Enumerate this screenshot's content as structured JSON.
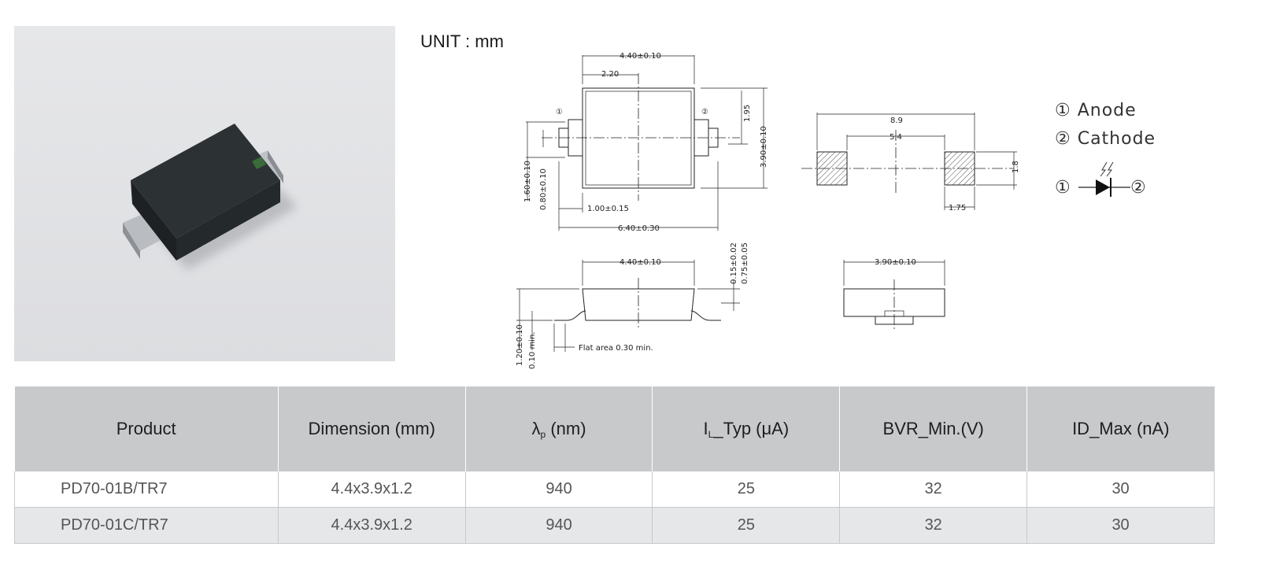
{
  "unit_label": "UNIT : mm",
  "pins": {
    "anode": "① Anode",
    "cathode": "② Cathode",
    "pin1": "①",
    "pin2": "②"
  },
  "drawing_labels": {
    "top_width": "4.40±0.10",
    "half_width": "2.20",
    "pin_height": "1.95",
    "body_height": "3.90±0.10",
    "lead_total_height": "1.60±0.10",
    "lead_height": "0.80±0.10",
    "lead_width": "1.00±0.15",
    "overall_width": "6.40±0.30",
    "pad_outer": "8.9",
    "pad_inner": "5.4",
    "pad_height": "1.8",
    "pad_width": "1.75",
    "side_width": "4.40±0.10",
    "lead_thickness": "0.15±0.02",
    "standoff": "0.75±0.05",
    "total_height": "1.20±0.10",
    "min_gap": "0.10 min.",
    "flat_area": "Flat area 0.30 min.",
    "end_width": "3.90±0.10"
  },
  "table": {
    "headers": {
      "product": "Product",
      "dimension": "Dimension (mm)",
      "lambda_sym": "λ",
      "lambda_sub": "p",
      "lambda_unit": " (nm)",
      "il_sym": "I",
      "il_sub": "L",
      "il_unit": "_Typ (μA)",
      "bvr": "BVR_Min.(V)",
      "id": "ID_Max (nA)"
    },
    "rows": [
      {
        "product": "PD70-01B/TR7",
        "dimension": "4.4x3.9x1.2",
        "lambda": "940",
        "il": "25",
        "bvr": "32",
        "id": "30"
      },
      {
        "product": "PD70-01C/TR7",
        "dimension": "4.4x3.9x1.2",
        "lambda": "940",
        "il": "25",
        "bvr": "32",
        "id": "30"
      }
    ]
  }
}
